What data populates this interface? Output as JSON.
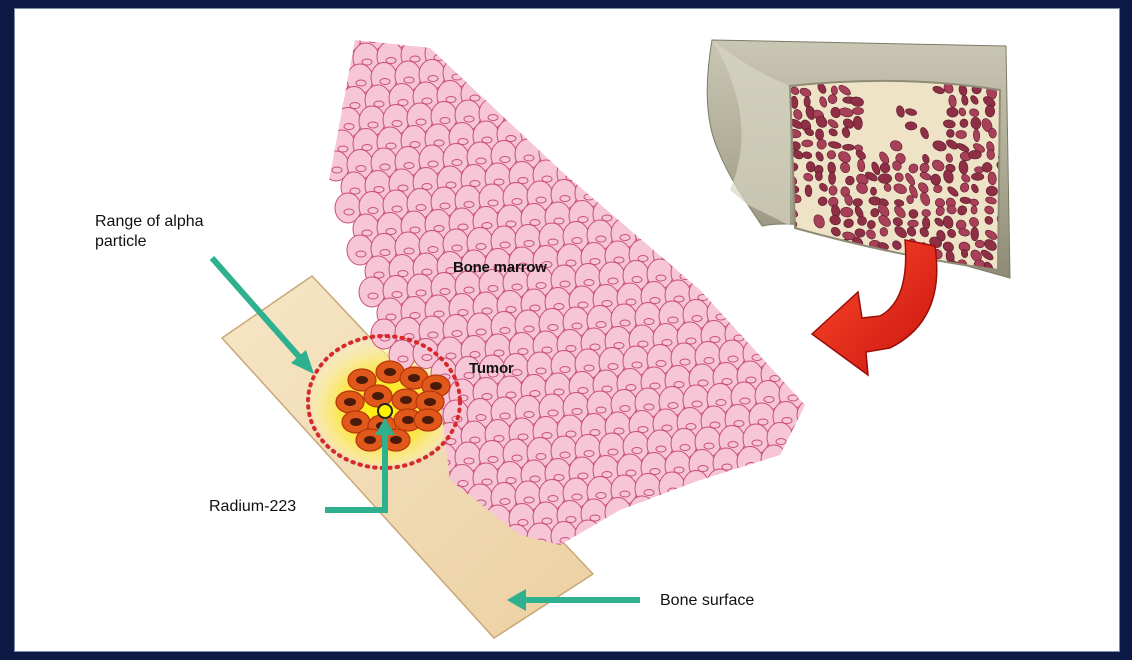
{
  "labels": {
    "range": "Range of alpha particle",
    "bone_marrow": "Bone marrow",
    "tumor": "Tumor",
    "radium": "Radium-223",
    "bone_surface": "Bone surface"
  },
  "colors": {
    "frame": "#0d1a45",
    "marrow_fill": "#f7c6d6",
    "marrow_stroke": "#c84f7a",
    "arrow_teal": "#2fb08f",
    "curved_arrow": "#e0221b",
    "bone_surface": "#f2dcb6",
    "tumor_cell": "#e0591a",
    "range_dot": "#d52a2a"
  },
  "icons": {
    "bone_section": "bone-cross-section-illustration",
    "curved_arrow": "curved-arrow-icon"
  }
}
